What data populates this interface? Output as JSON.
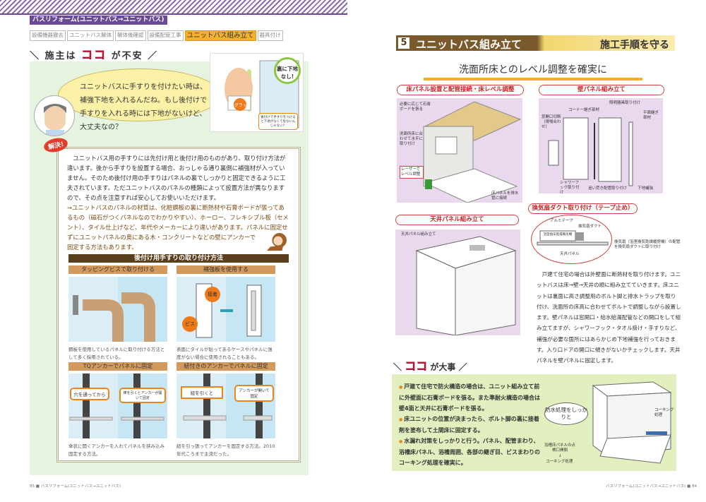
{
  "left_page": {
    "section_tag": "バスリフォーム(ユニットバス→ユニットバス)",
    "steps": [
      {
        "label": "設備機器撤去",
        "active": false
      },
      {
        "label": "ユニットバス解体",
        "active": false
      },
      {
        "label": "解体後確認",
        "active": false
      },
      {
        "label": "設備配管工事",
        "active": false
      },
      {
        "label": "ユニットバス組み立て",
        "active": true
      },
      {
        "label": "器具付け",
        "active": false
      }
    ],
    "worry_heading": {
      "pre": "施主は",
      "koko": "ココ",
      "post": "が不安"
    },
    "owner_question": "ユニットバスに手すりを付けたい時は、補強下地を入れるんだね。もし後付けで手すりを入れる時には下地がないけど、大丈夫なの？",
    "scene": {
      "bubble": "裏に下地なし!",
      "sound": "グラッ",
      "note": "後付けで手すりをつけると下地がなくて危ないんじゃない？"
    },
    "solution_badge": "解決!",
    "solution_text": "ユニットバス用の手すりには先付け用と後付け用のものがあり、取り付け方法が違います。後から手すりを設置する場合、おっしゃる通り裏側に補強材が入っていません。そのため後付け用の手すりはパネルの裏でしっかりと固定できるように工夫されています。ただユニットバスのパネルの種類によって設置方法が異なりますので、その点を注意すれば安心してお使いいただけます。",
    "solution_note": "→ユニットバスのパネルの材質は、化粧鋼板の裏に断熱材や石膏ボードが張ってあるもの（磁石がつくパネルなのでわかりやすい）、ホーロー、フレキシブル板（セメント）、タイル仕上げなど、年代やメーカーにより違いがあります。パネルに固定せずにユニットパネルの奥にある木・コンクリートなどの壁にアンカーで固定する方法もあります。",
    "methods_title": "後付け用手すりの取り付け方法",
    "methods": [
      {
        "title": "タッピングビスで取り付ける",
        "caption": "鋼板を使用しているパネルに取り付ける方法として多く採用されている。",
        "labels": []
      },
      {
        "title": "補強板を使用する",
        "caption": "表面にタイルが貼ってあるケースやパネルに強度がない場合に使用されることもある。",
        "labels": [
          "接着",
          "ビス"
        ]
      },
      {
        "title": "TQアンカーでパネルに固定",
        "caption": "傘状に開くアンカーを入れてパネルを挟み込み固定する方法。",
        "labels": [
          "穴を通ってから",
          "棒を引くとアンカーが開いて固定"
        ]
      },
      {
        "title": "紐付きのアンカーでパネルに固定",
        "caption": "紐を引っ張ってアンカーを固定する方法。2010年代ころまで主流だった。",
        "labels": [
          "紐を引くと",
          "アンカーが開いて固定"
        ]
      }
    ],
    "footer": {
      "page": "85",
      "title": "バスリフォーム(ユニットバス→ユニットバス)"
    }
  },
  "right_page": {
    "section_number": "5",
    "section_title": "ユニットバス組み立て",
    "section_subtitle": "施工手順を守る",
    "headline": "洗面所床とのレベル調整を確実に",
    "panels": [
      {
        "title": "床パネル設置と配管接続・床レベル調整",
        "labels": [
          "必要に応じて石膏ボードを張る",
          "洗面所床に合わせて水平に取り付け",
          "レーザーでレベル調整",
          "床パネルを排水管に接続"
        ]
      },
      {
        "title": "壁パネル組み立て",
        "labels": [
          "照明器具取り付け",
          "コーナー継ぎ部材",
          "窓開口切断（現場合わせ）",
          "平面継ぎ部材",
          "シャワーフック取り付け",
          "追い焚き配管取り付け",
          "下地補強"
        ]
      },
      {
        "title": "天井パネル組み立て",
        "labels": [
          "天井パネル組み立て"
        ]
      },
      {
        "title": "換気扇ダクト取り付け（テープ止め）",
        "labels": [
          "アルミテープ",
          "換気扇ダクト",
          "浴室換気乾燥暖房機",
          "天井パネル",
          "換気扇（浴室換気乾燥暖房機）の配管を換気扇ダクトに取り付け"
        ]
      }
    ],
    "body_text": "戸建て住宅の場合は外壁面に断熱材を取り付けます。ユニットバスは床→壁→天井の順に組み立てていきます。床ユニットは裏面に高さ調整用のボルト脚と排水トラップを取り付け、洗面所の床高に合わせてボルトで調整しながら設置します。壁パネルは窓開口・給水給湯配管などの開口をして組み立てますが、シャワーフック・タオル掛け・手すりなど、補強が必要な箇所にはあらかじめ下地補強を行っておきます。入り口ドアの開口に傾きがないかチェックします。天井パネルを壁パネルに固定します。",
    "important_heading": {
      "koko": "ココ",
      "post": "が大事"
    },
    "important_points": [
      "戸建て住宅で防火構造の場合は、ユニット組み立て前に外壁面に石膏ボードを張る。また準耐火構造の場合は壁4面と天井に石膏ボードを張る。",
      "床ユニットの位置が決まったら、ボルト脚の裏に接着剤を塗布して土間床に固定する。",
      "水漏れ対策をしっかりと行う。パネル、配管まわり、浴槽床パネル、浴槽周囲、各部の継ぎ目、ビスまわりのコーキング処理を確実に。"
    ],
    "important_labels": {
      "bubble": "防水処理をしっかりと",
      "caulking": "コーキング処理",
      "inspection": "浴槽床パネルの点検口開閉",
      "arrow": "↓",
      "inspection2": "コーキング処理"
    },
    "footer": {
      "page": "84",
      "title": "バスリフォーム(ユニットバス→ユニットバス)"
    }
  },
  "colors": {
    "purple": "#6a4a94",
    "orange": "#f3b12b",
    "brown": "#5a3f1c",
    "green_bg": "#e6f3df",
    "lime_bg": "#e2efbe",
    "panel_purple": "#ead9ee",
    "red": "#e43a5a"
  }
}
